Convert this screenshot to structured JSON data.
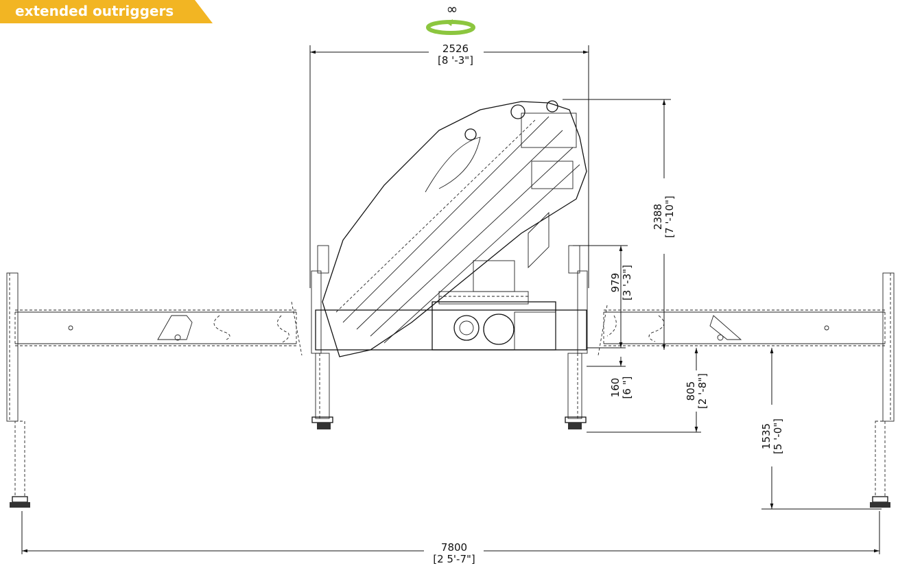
{
  "badge": {
    "label": "extended outriggers",
    "color": "#f2b523"
  },
  "rotation": {
    "symbol": "∞",
    "icon": "rotation-360-icon",
    "icon_color": "#8cc63f"
  },
  "dimensions": {
    "top_width": {
      "mm": "2526",
      "imperial": "[8 '-3\"]"
    },
    "height": {
      "mm": "2388",
      "imperial": "[7 '-10\"]"
    },
    "mast_height": {
      "mm": "979",
      "imperial": "[3 '-3\"]"
    },
    "base_offset": {
      "mm": "160",
      "imperial": "[6 \"]"
    },
    "foot_inner": {
      "mm": "805",
      "imperial": "[2 '-8\"]"
    },
    "foot_outer": {
      "mm": "1535",
      "imperial": "[5 '-0\"]"
    },
    "total_width": {
      "mm": "7800",
      "imperial": "[2 5'-7\"]"
    }
  }
}
